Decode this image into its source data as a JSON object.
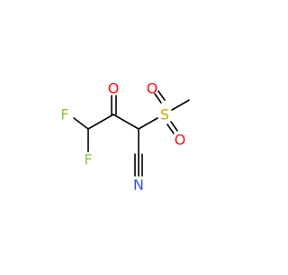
{
  "molecule": {
    "atoms": {
      "oxygen_ketone": {
        "symbol": "O",
        "color": "#ff0d0d"
      },
      "sulfur": {
        "symbol": "S",
        "color": "#c9a600"
      },
      "oxygen_sulfonyl_top": {
        "symbol": "O",
        "color": "#ff0d0d"
      },
      "oxygen_sulfonyl_bottom": {
        "symbol": "O",
        "color": "#ff0d0d"
      },
      "fluorine_left": {
        "symbol": "F",
        "color": "#8cc63f"
      },
      "fluorine_bottom": {
        "symbol": "F",
        "color": "#8cc63f"
      },
      "nitrogen": {
        "symbol": "N",
        "color": "#3050f8"
      }
    },
    "bond_color": "#000000"
  }
}
